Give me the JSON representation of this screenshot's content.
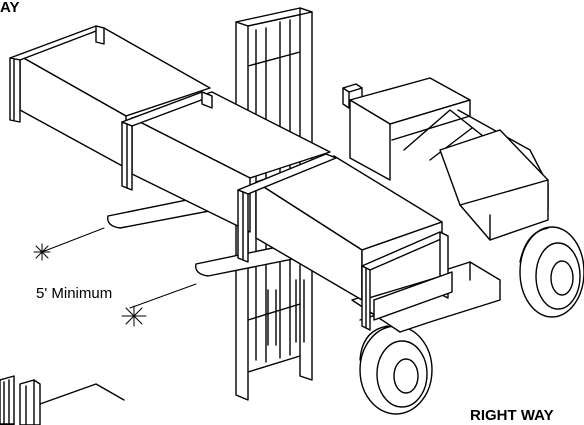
{
  "labels": {
    "top_left_fragment": "AY",
    "min_spacing": "5' Minimum",
    "caption": "RIGHT WAY"
  }
}
